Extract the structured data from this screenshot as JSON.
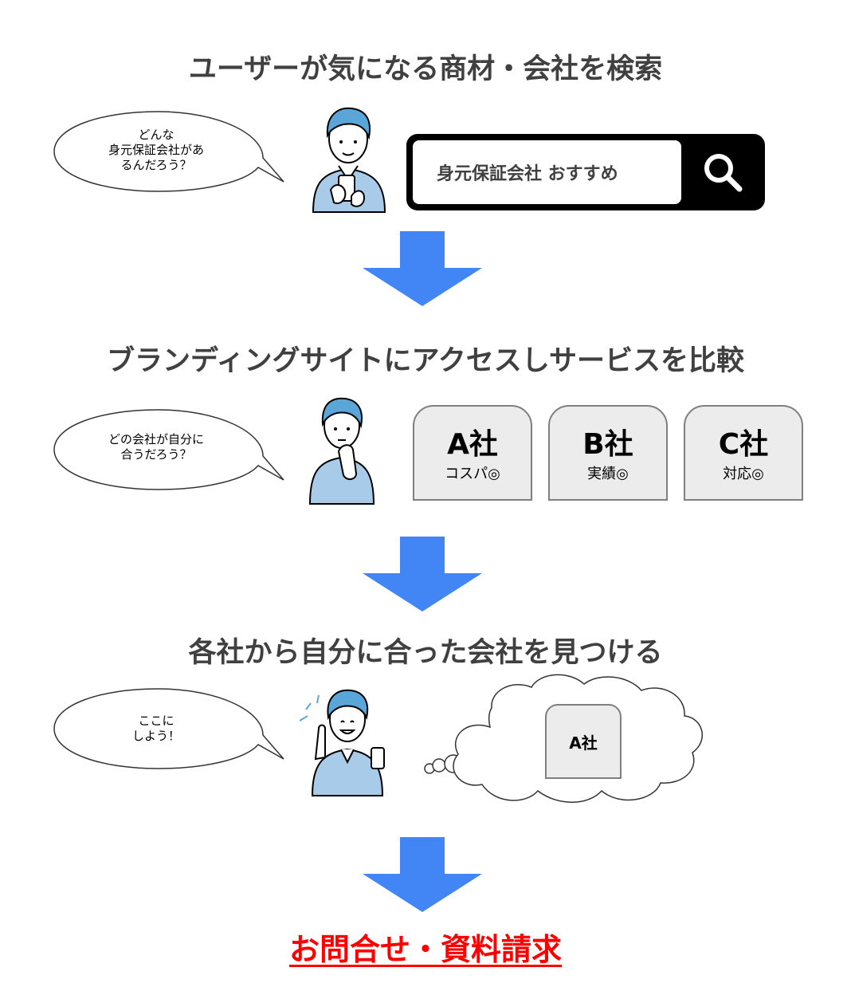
{
  "steps": [
    {
      "title": "ユーザーが気になる商材・会社を検索",
      "speech": [
        "どんな",
        "身元保証会社があ",
        "るんだろう？"
      ],
      "icons": [
        "person-smartphone-icon"
      ]
    },
    {
      "title": "ブランディングサイトにアクセスしサービスを比較",
      "speech": [
        "どの会社が自分に",
        "合うだろう？"
      ],
      "icons": [
        "person-thinking-icon"
      ]
    },
    {
      "title": "各社から自分に合った会社を見つける",
      "speech": [
        "ここに",
        "しよう！"
      ],
      "icons": [
        "person-pointing-icon"
      ]
    }
  ],
  "search": {
    "query": "身元保証会社 おすすめ",
    "button_icon": "search-icon"
  },
  "companies": [
    {
      "name": "A社",
      "note": "コスパ◎"
    },
    {
      "name": "B社",
      "note": "実績◎"
    },
    {
      "name": "C社",
      "note": "対応◎"
    }
  ],
  "thought": {
    "company": "A社"
  },
  "cta": {
    "label": "お問合せ・資料請求 "
  },
  "colors": {
    "arrow": "#4285f4",
    "title": "#404040",
    "cta": "#ff0000",
    "person_outline": "#000000",
    "person_hair": "#5aa6d8",
    "person_shirt": "#a7cbe8",
    "card_fill": "#ececec",
    "card_border": "#7f7f7f"
  }
}
